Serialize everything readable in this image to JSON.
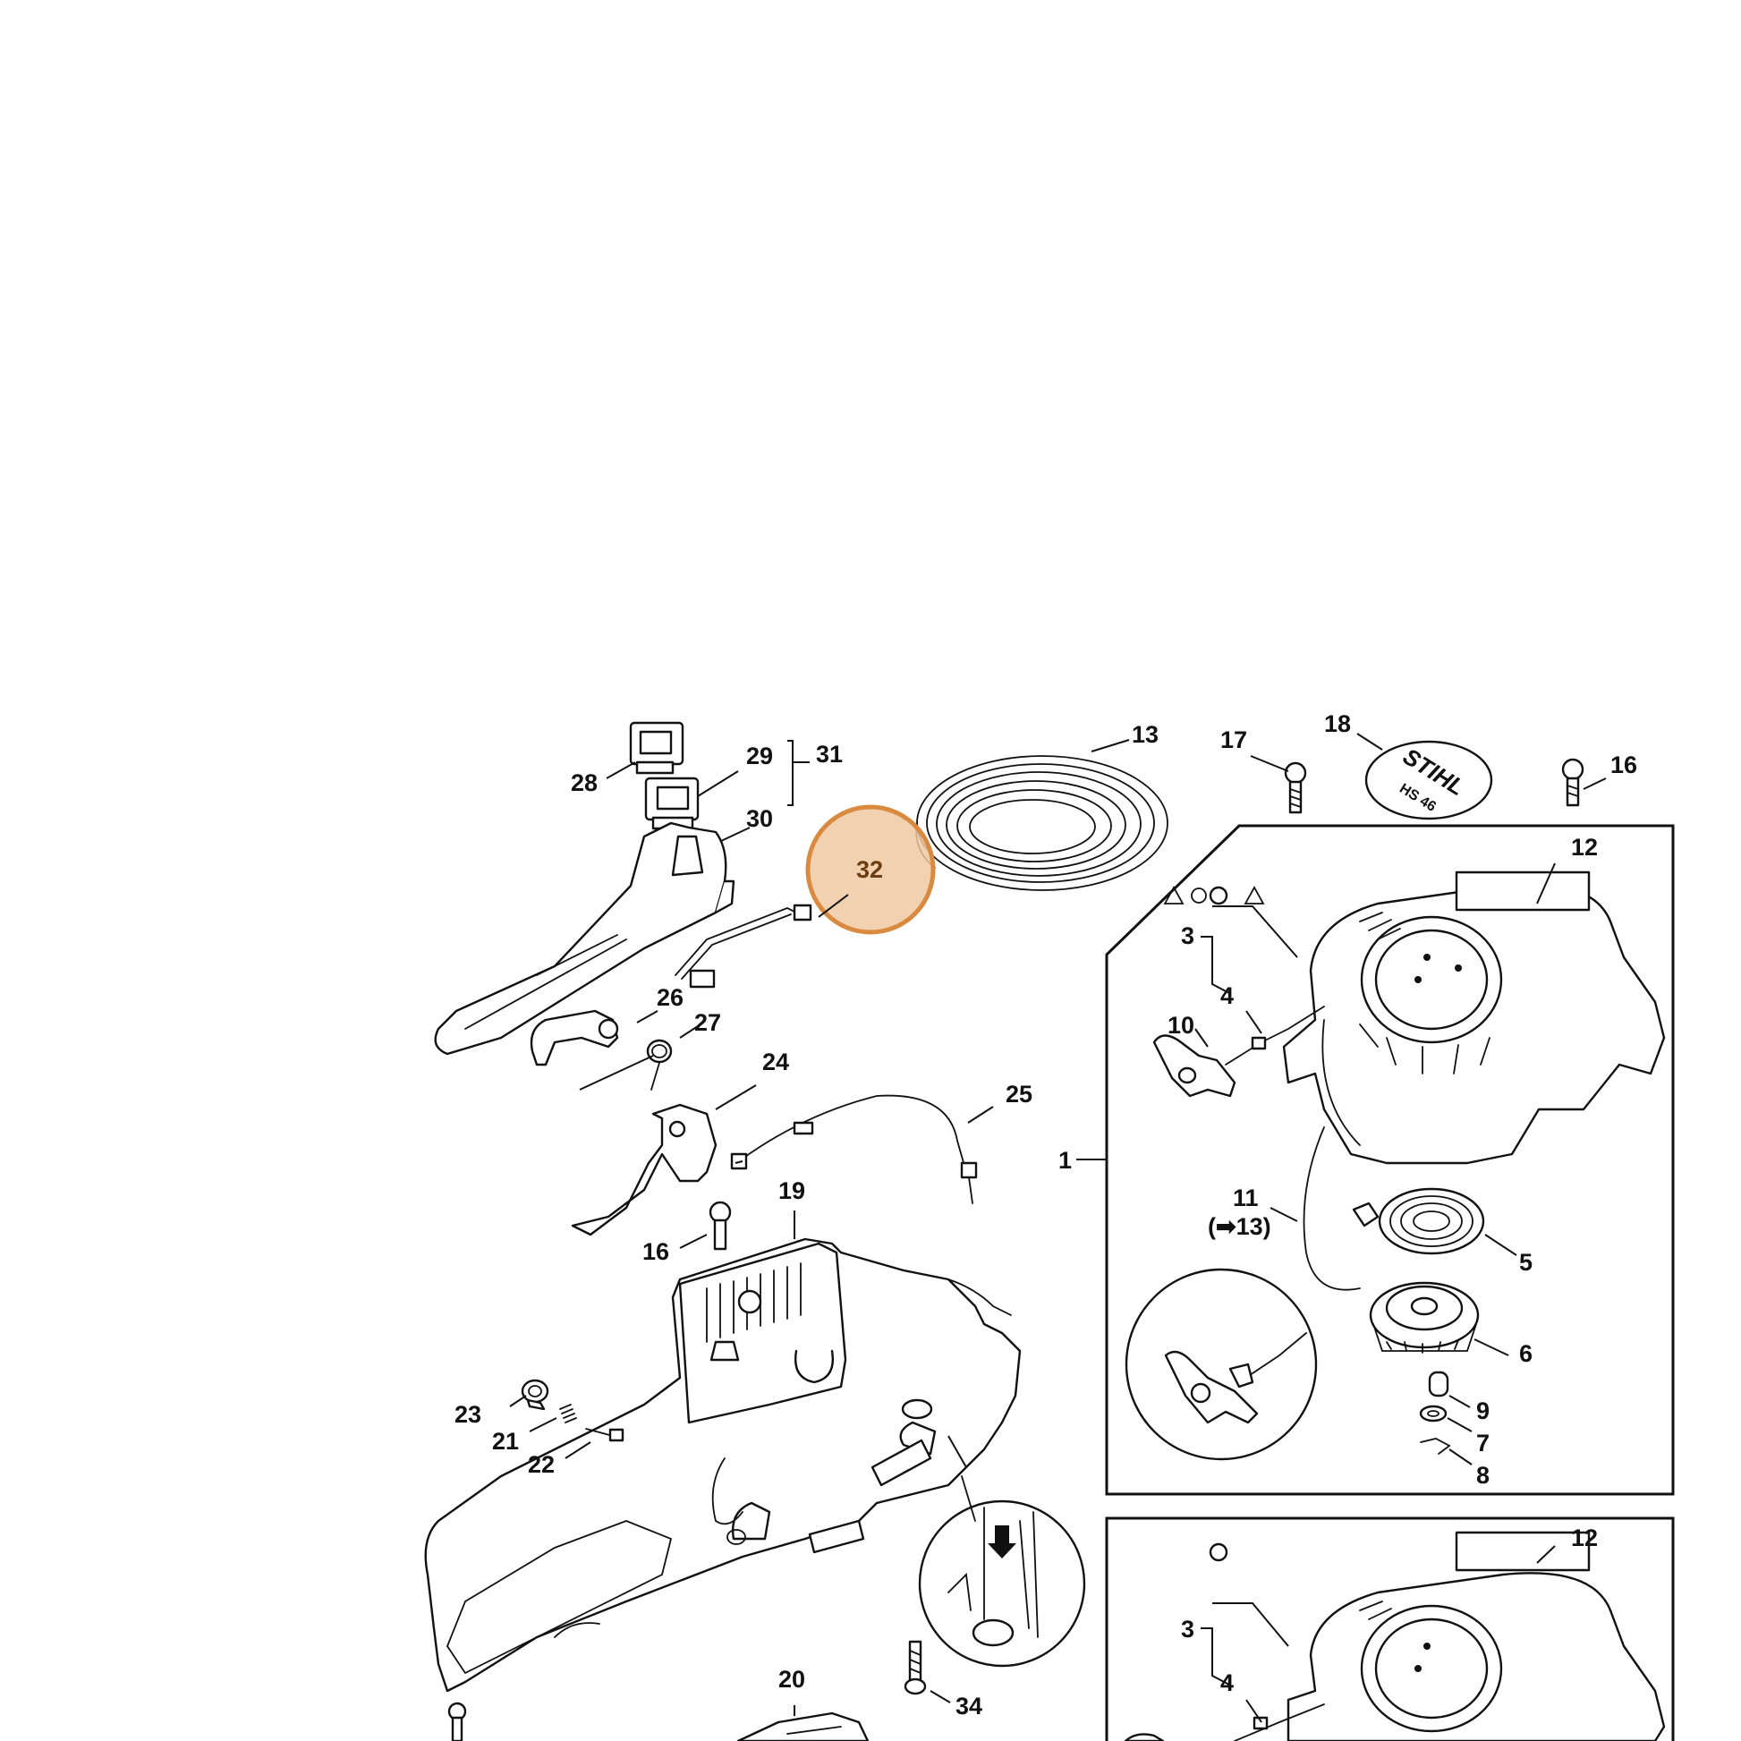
{
  "diagram": {
    "highlight": {
      "label": "32",
      "fill": "#efc9a2",
      "stroke": "#d98a3e"
    },
    "callouts": {
      "c1": "1",
      "c3a": "3",
      "c3b": "3",
      "c4a": "4",
      "c4b": "4",
      "c5": "5",
      "c6": "6",
      "c7": "7",
      "c8": "8",
      "c9": "9",
      "c10": "10",
      "c11": "11",
      "c11sub": "(➡13)",
      "c12a": "12",
      "c12b": "12",
      "c13": "13",
      "c16a": "16",
      "c16b": "16",
      "c17": "17",
      "c18": "18",
      "c19": "19",
      "c20": "20",
      "c21": "21",
      "c22": "22",
      "c23": "23",
      "c24": "24",
      "c25": "25",
      "c26": "26",
      "c27": "27",
      "c28": "28",
      "c29": "29",
      "c30": "30",
      "c31": "31",
      "c34": "34"
    },
    "logo": {
      "brand": "STIHL",
      "model": "HS 46"
    }
  }
}
